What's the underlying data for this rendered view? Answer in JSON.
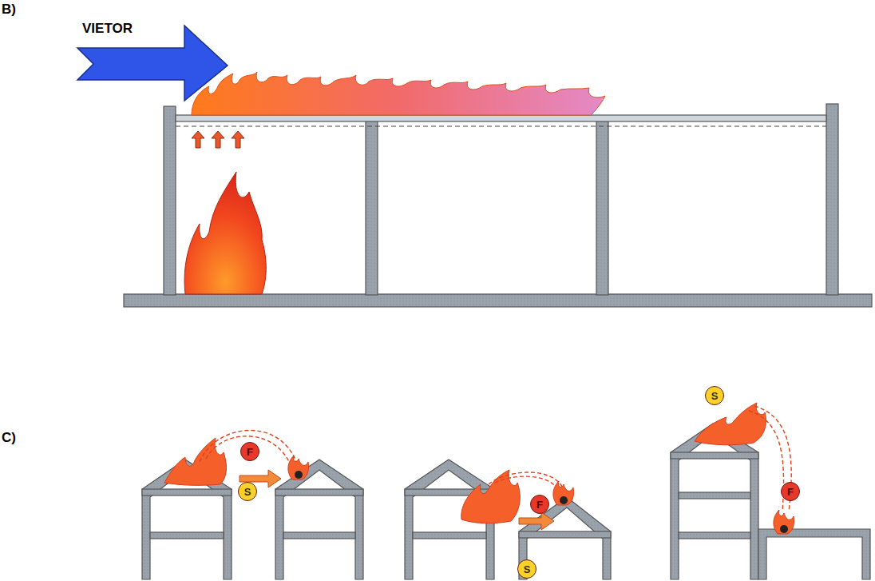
{
  "diagram": {
    "nodes": [
      {
        "text": [
          "VIETOR"
        ]
      },
      {
        "text": [
          "F"
        ]
      },
      {
        "text": [
          "S"
        ]
      },
      {
        "text": [
          "F"
        ]
      },
      {
        "text": [
          "S"
        ]
      },
      {
        "text": [
          "S"
        ]
      },
      {
        "text": [
          "F"
        ]
      }
    ],
    "labels": [
      "B)",
      "C)"
    ]
  }
}
